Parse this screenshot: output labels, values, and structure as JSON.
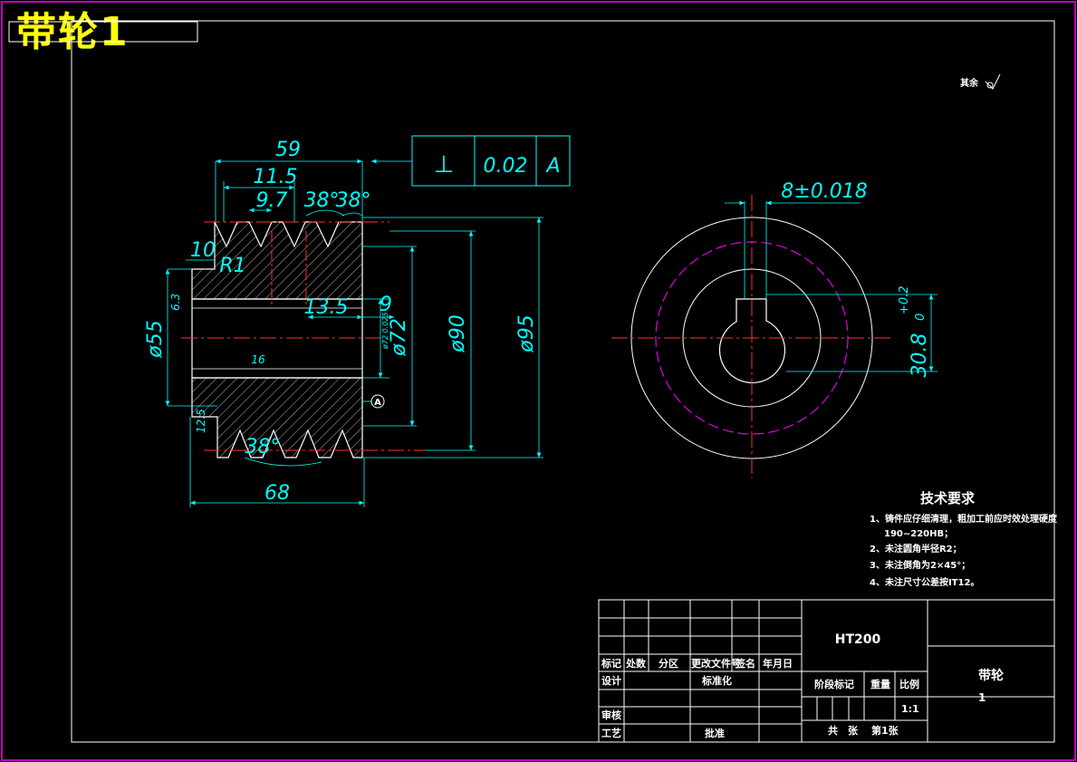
{
  "sheet_title": "带轮1",
  "roughness_note": "其余",
  "dimensions": {
    "overall_width": "59",
    "groove_pitch": "11.5",
    "groove_offset": "9.7",
    "groove_angle_1": "38°",
    "groove_angle_2": "38°",
    "shoulder": "10",
    "fillet": "R1",
    "bore": "ø55",
    "keyway_depth": "13.5",
    "nine": "9",
    "hub_dia": "ø72",
    "pitch_dia": "ø90",
    "outer_dia": "ø95",
    "bottom_angle": "38°",
    "hub_length": "68",
    "roughness_bore": "16",
    "roughness_left": "6.3",
    "roughness_bottom": "12.5",
    "tolerance_small": "ø72 0.025",
    "key_width": "8±0.018",
    "key_height_value": "30.8",
    "key_height_upper": "+0.2",
    "key_height_lower": "0",
    "datum_label": "A"
  },
  "gdt": {
    "symbol": "⊥",
    "tolerance": "0.02",
    "datum": "A"
  },
  "tech_requirements": {
    "title": "技术要求",
    "items": [
      "1、铸件应仔细清理，粗加工前应时效处理硬度",
      "190~220HB；",
      "2、未注圆角半径R2；",
      "3、未注倒角为2×45°；",
      "4、未注尺寸公差按IT12。"
    ]
  },
  "title_block": {
    "material": "HT200",
    "part_name": "带轮",
    "part_number": "1",
    "scale": "1:1",
    "h_mark": "标记",
    "h_count": "处数",
    "h_zone": "分区",
    "h_doc": "更改文件号",
    "h_sign": "签名",
    "h_date": "年月日",
    "design": "设计",
    "standardize": "标准化",
    "stage": "阶段标记",
    "weight": "重量",
    "ratio": "比例",
    "review": "审核",
    "process": "工艺",
    "approve": "批准",
    "total_sheets": "共　张",
    "sheet_no": "第1张"
  }
}
